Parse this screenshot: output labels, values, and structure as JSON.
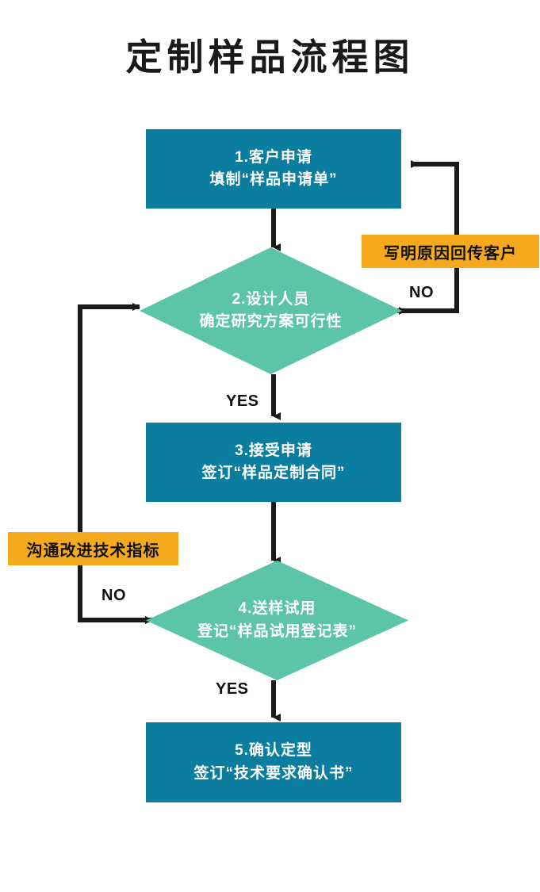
{
  "title": "定制样品流程图",
  "colors": {
    "process": "#0b7d9e",
    "decision": "#5cc4a7",
    "note": "#f5aa1e",
    "connector": "#1a1a1a",
    "node_text": "#ffffff",
    "label_text": "#111111",
    "background": "#ffffff"
  },
  "nodes": [
    {
      "id": "step1",
      "type": "process",
      "line1": "1.客户申请",
      "line2": "填制“样品申请单”"
    },
    {
      "id": "step2",
      "type": "decision",
      "line1": "2.设计人员",
      "line2": "确定研究方案可行性"
    },
    {
      "id": "step3",
      "type": "process",
      "line1": "3.接受申请",
      "line2": "签订“样品定制合同”"
    },
    {
      "id": "step4",
      "type": "decision",
      "line1": "4.送样试用",
      "line2": "登记“样品试用登记表”"
    },
    {
      "id": "step5",
      "type": "process",
      "line1": "5.确认定型",
      "line2": "签订“技术要求确认书”"
    }
  ],
  "notes": [
    {
      "id": "note_reject",
      "text": "写明原因回传客户"
    },
    {
      "id": "note_improve",
      "text": "沟通改进技术指标"
    }
  ],
  "branches": [
    {
      "id": "step2_no",
      "text": "NO"
    },
    {
      "id": "step2_yes",
      "text": "YES"
    },
    {
      "id": "step4_no",
      "text": "NO"
    },
    {
      "id": "step4_yes",
      "text": "YES"
    }
  ]
}
